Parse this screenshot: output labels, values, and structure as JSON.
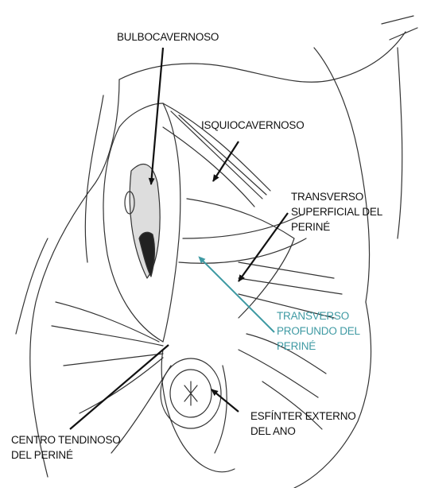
{
  "colors": {
    "ink": "#111111",
    "accent": "#3f9aa3",
    "background": "#ffffff"
  },
  "labels": {
    "bulbocavernoso": [
      "BULBOCAVERNOSO"
    ],
    "isquiocavernoso": [
      "ISQUIOCAVERNOSO"
    ],
    "transverso_superficial": [
      "TRANSVERSO",
      "SUPERFICIAL DEL",
      "PERINÉ"
    ],
    "transverso_profundo": [
      "TRANSVERSO",
      "PROFUNDO DEL",
      "PERINÉ"
    ],
    "esfinter_externo": [
      "ESFÍNTER EXTERNO",
      "DEL ANO"
    ],
    "centro_tendinoso": [
      "CENTRO TENDINOSO",
      "DEL PERINÉ"
    ]
  }
}
